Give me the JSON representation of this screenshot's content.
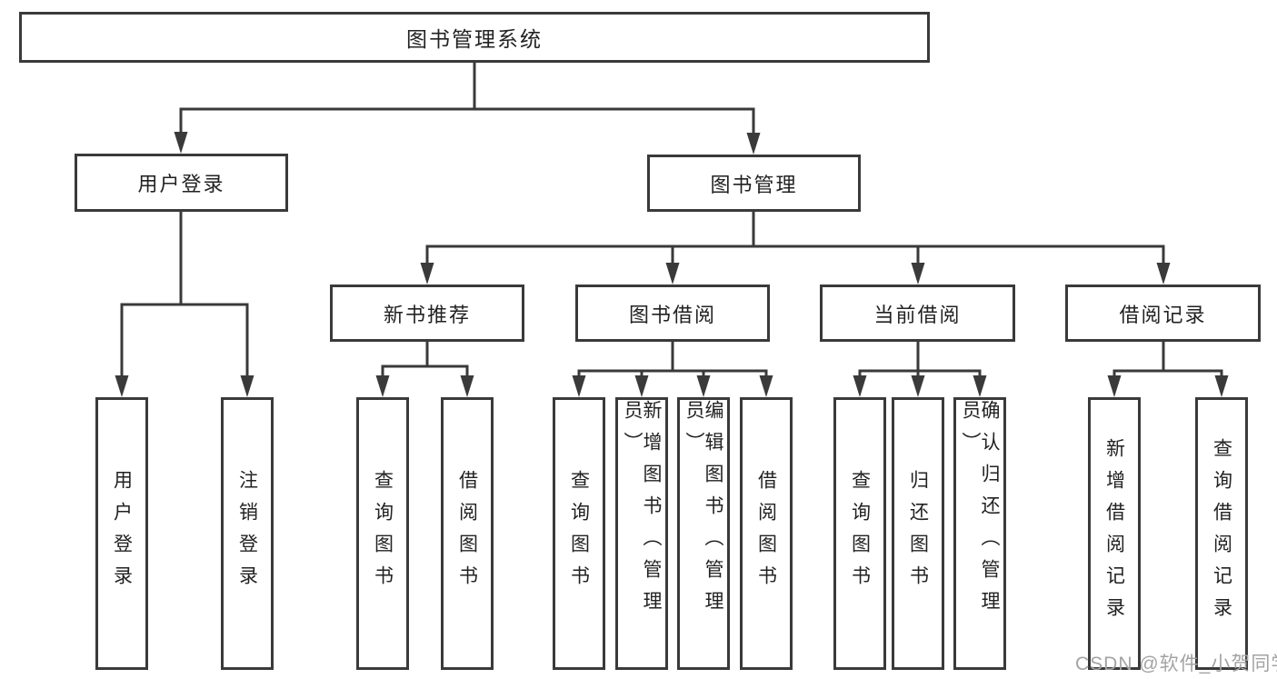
{
  "colors": {
    "line": "#3a3a3a",
    "text": "#222222",
    "watermark": "#a3a3a3",
    "bg": "#ffffff"
  },
  "tree": {
    "label": "图书管理系统",
    "children": [
      {
        "label": "用户登录",
        "children": [
          {
            "label": "用户登录"
          },
          {
            "label": "注销登录"
          }
        ]
      },
      {
        "label": "图书管理",
        "children": [
          {
            "label": "新书推荐",
            "children": [
              {
                "label": "查询图书"
              },
              {
                "label": "借阅图书"
              }
            ]
          },
          {
            "label": "图书借阅",
            "children": [
              {
                "label": "查询图书"
              },
              {
                "label": "新增图书（管理员）"
              },
              {
                "label": "编辑图书（管理员）"
              },
              {
                "label": "借阅图书"
              }
            ]
          },
          {
            "label": "当前借阅",
            "children": [
              {
                "label": "查询图书"
              },
              {
                "label": "归还图书"
              },
              {
                "label": "确认归还（管理员）"
              }
            ]
          },
          {
            "label": "借阅记录",
            "children": [
              {
                "label": "新增借阅记录"
              },
              {
                "label": "查询借阅记录"
              }
            ]
          }
        ]
      }
    ]
  },
  "watermark": "CSDN @软件_小贺同学"
}
